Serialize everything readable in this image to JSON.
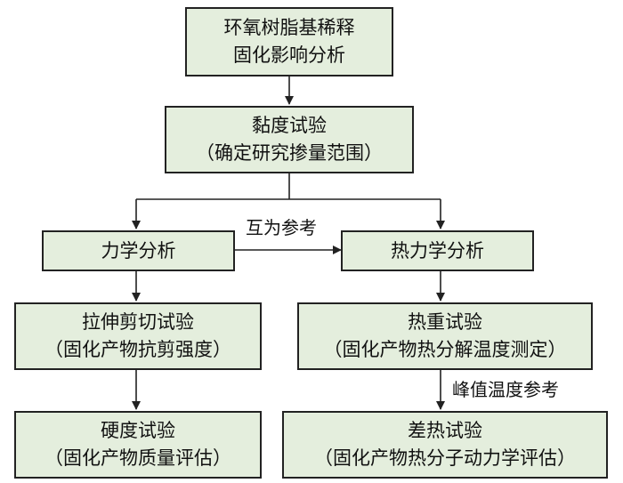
{
  "nodes": {
    "root": {
      "line1": "环氧树脂基稀释",
      "line2": "固化影响分析"
    },
    "viscosity": {
      "line1": "黏度试验",
      "line2": "（确定研究掺量范围）"
    },
    "mechanics": {
      "line1": "力学分析"
    },
    "thermo": {
      "line1": "热力学分析"
    },
    "tensile_shear": {
      "line1": "拉伸剪切试验",
      "line2": "（固化产物抗剪强度）"
    },
    "thermogravimetric": {
      "line1": "热重试验",
      "line2": "（固化产物热分解温度测定）"
    },
    "hardness": {
      "line1": "硬度试验",
      "line2": "（固化产物质量评估）"
    },
    "dsc": {
      "line1": "差热试验",
      "line2": "（固化产物热分子动力学评估）"
    }
  },
  "edge_labels": {
    "mutual_reference": "互为参考",
    "peak_temperature_reference": "峰值温度参考"
  },
  "colors": {
    "box_fill": "#e4eedd",
    "border": "#222222",
    "line": "#222222",
    "text": "#111111"
  }
}
